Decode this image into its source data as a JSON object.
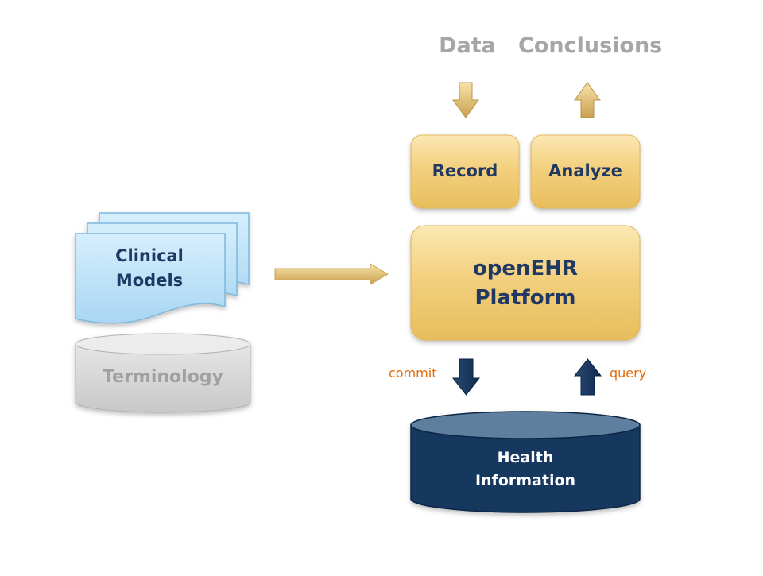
{
  "outputs": {
    "data_label": "Data",
    "conclusions_label": "Conclusions"
  },
  "platform": {
    "record_label": "Record",
    "analyze_label": "Analyze",
    "platform_line1": "openEHR",
    "platform_line2": "Platform"
  },
  "models": {
    "line1": "Clinical",
    "line2": "Models"
  },
  "terminology": {
    "label": "Terminology"
  },
  "storage": {
    "commit_label": "commit",
    "query_label": "query",
    "line1": "Health",
    "line2": "Information"
  },
  "colors": {
    "gold": "#f0cd78",
    "gold_dark": "#d8a944",
    "models_blue": "#bfe3f8",
    "terminology_gray": "#d9d9d9",
    "navy": "#17375e",
    "navy_light": "#5f7f9e",
    "label_gray": "#a6a6a6",
    "accent_orange": "#e46c0a"
  }
}
